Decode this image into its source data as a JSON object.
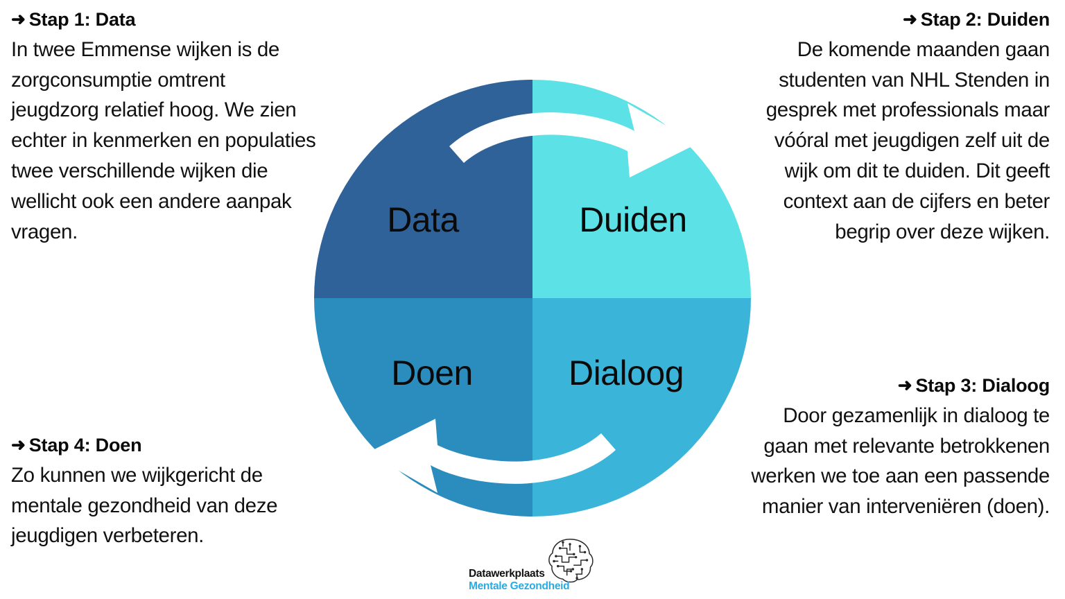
{
  "page": {
    "background_color": "#ffffff",
    "title": "Data - Duiden - Dialoog - Doen cyclus"
  },
  "steps": [
    {
      "id": "data",
      "arrow": "➜",
      "heading": "Stap 1: Data",
      "body": " In twee Emmense wijken is de zorgconsumptie omtrent jeugdzorg relatief hoog. We zien echter in kenmerken en populaties twee verschillende wijken die wellicht ook een andere aanpak vragen.",
      "position": "top-left"
    },
    {
      "id": "duiden",
      "arrow": "➜",
      "heading": "Stap 2: Duiden",
      "body": "De komende maanden gaan studenten van NHL Stenden in gesprek met professionals maar vóóral met jeugdigen zelf uit de wijk om dit te duiden. Dit geeft context aan de cijfers en beter begrip over deze wijken.",
      "position": "top-right"
    },
    {
      "id": "dialoog",
      "arrow": "➜",
      "heading": "Stap 3: Dialoog",
      "body": "Door gezamenlijk in dialoog te gaan met relevante betrokkenen werken we toe aan een passende manier van interveniëren (doen).",
      "position": "bottom-right"
    },
    {
      "id": "doen",
      "arrow": "➜",
      "heading": "Stap 4: Doen",
      "body": "Zo kunnen we wijkgericht de mentale gezondheid van deze jeugdigen verbeteren.",
      "position": "bottom-left"
    }
  ],
  "cycle": {
    "quadrants": [
      {
        "id": "data",
        "label": "Data",
        "color": "#2f6298",
        "position": "top-left",
        "label_color": "#0a0a0a"
      },
      {
        "id": "duiden",
        "label": "Duiden",
        "color": "#5ce1e6",
        "position": "top-right",
        "label_color": "#0a0a0a"
      },
      {
        "id": "doen",
        "label": "Doen",
        "color": "#2b8cbe",
        "position": "bottom-left",
        "label_color": "#0a0a0a"
      },
      {
        "id": "dialoog",
        "label": "Dialoog",
        "color": "#3bb4da",
        "position": "bottom-right",
        "label_color": "#0a0a0a"
      }
    ],
    "arrows": [
      {
        "id": "top-arrow",
        "direction": "clockwise-right",
        "color": "#ffffff"
      },
      {
        "id": "bottom-arrow",
        "direction": "clockwise-left",
        "color": "#ffffff"
      }
    ]
  },
  "logo": {
    "line1": "Datawerkplaats",
    "line2": "Mentale Gezondheid",
    "mark": "circuit-brain-icon",
    "accent_color": "#29abe2"
  }
}
